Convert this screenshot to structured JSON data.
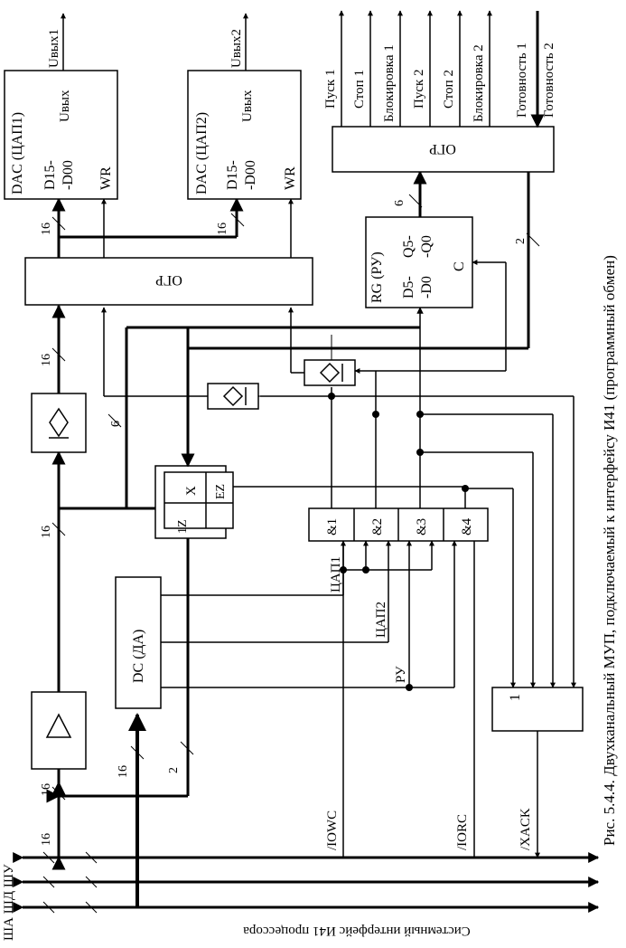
{
  "caption": "Рис. 5.4.4. Двухканальный МУП, подключаемый к интерфейсу И41 (программный обмен)",
  "bus_title": "Системный интерфейс И41 процессора",
  "bus_names": "ША ШД ШУ",
  "signals": {
    "iowc": "/IOWC",
    "iorc": "/IORC",
    "xack": "/XACK",
    "dac1_sel": "ЦАП1",
    "dac2_sel": "ЦАП2",
    "ru_sel": "РУ"
  },
  "blocks": {
    "dac1": {
      "title": "DAC  (ЦАП1)",
      "data_pin": "D15-",
      "data_pin2": "-D00",
      "wr_pin": "WR",
      "out_pin": "Uвых",
      "out_label": "Uвых1"
    },
    "dac2": {
      "title": "DAC  (ЦАП2)",
      "data_pin": "D15-",
      "data_pin2": "-D00",
      "wr_pin": "WR",
      "out_pin": "Uвых",
      "out_label": "Uвых2"
    },
    "org_left": "ОГР",
    "org_right": "ОГР",
    "rg": {
      "title": "RG  (РУ)",
      "d_pin": "D5-",
      "d_pin2": "-D0",
      "q_pin": "Q5-",
      "q_pin2": "-Q0",
      "c_pin": "C"
    },
    "dc": "DC (ДА)",
    "or_gate": "1",
    "and1": "&1",
    "and2": "&2",
    "and3": "&3",
    "and4": "&4",
    "tri_x": "X",
    "tri_ez": "EZ",
    "tri_1z": "1Z"
  },
  "bus_widths": {
    "w16": "16",
    "w6": "6",
    "w2": "2"
  },
  "outputs": [
    "Пуск 1",
    "Стоп 1",
    "Блокировка 1",
    "Пуск 2",
    "Стоп 2",
    "Блокировка 2"
  ],
  "inputs": [
    "Готовность 1",
    "Готовность 2"
  ]
}
